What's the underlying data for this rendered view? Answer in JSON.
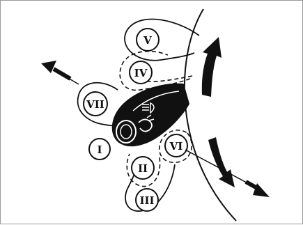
{
  "diagram": {
    "positions": [
      {
        "id": "I",
        "label": "I"
      },
      {
        "id": "II",
        "label": "II"
      },
      {
        "id": "III",
        "label": "III"
      },
      {
        "id": "IV",
        "label": "IV"
      },
      {
        "id": "V",
        "label": "V"
      },
      {
        "id": "VI",
        "label": "VI"
      },
      {
        "id": "VII",
        "label": "VII"
      }
    ],
    "icons": {
      "lever_top": "headlight-beam-icon",
      "lever_bottom": "washer-icon"
    },
    "colors": {
      "stroke": "#111111",
      "fill": "#111111",
      "background": "#ffffff",
      "frame": "#9a9a9a"
    }
  }
}
